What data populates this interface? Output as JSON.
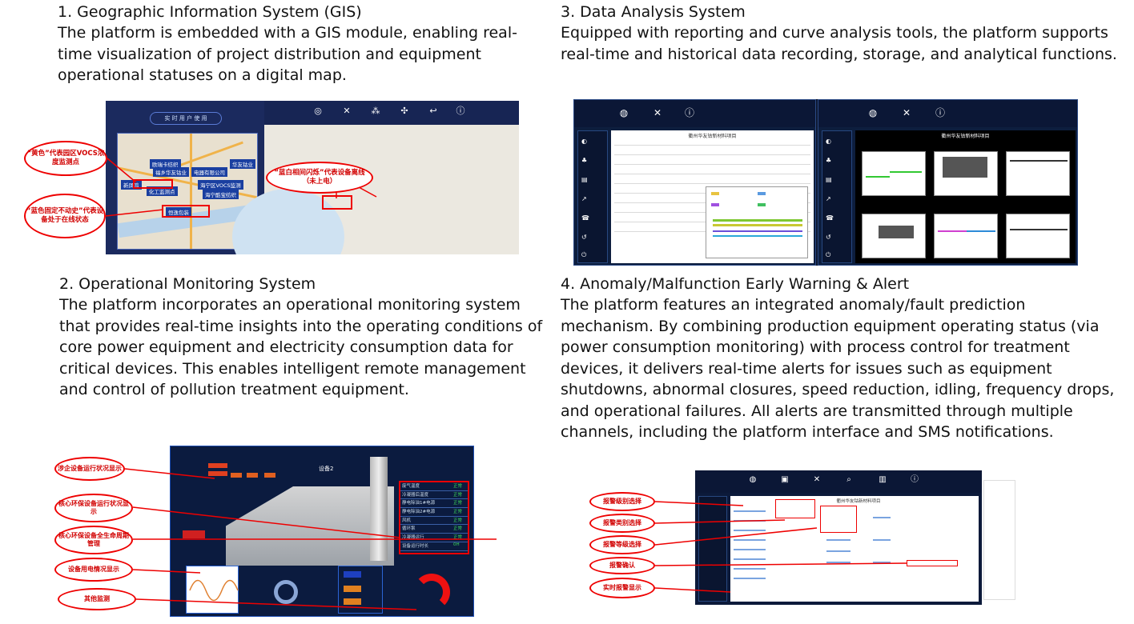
{
  "sections": {
    "gis": {
      "title": "1. Geographic Information System (GIS)",
      "body": "The platform is embedded with a GIS module, enabling real-time visualization of project distribution and equipment operational statuses on a digital map."
    },
    "data_analysis": {
      "title": "3. Data Analysis System",
      "body": "Equipped with reporting and curve analysis tools, the platform supports real-time and historical data recording, storage, and analytical functions."
    },
    "monitoring": {
      "title": "2. Operational Monitoring System",
      "body": "The platform incorporates an operational monitoring system that provides real-time insights into the operating conditions of core power equipment and electricity consumption data for critical devices. This enables intelligent remote management and control of pollution treatment equipment."
    },
    "alert": {
      "title": "4. Anomaly/Malfunction Early Warning & Alert",
      "body": "The platform features an integrated anomaly/fault prediction mechanism. By combining production equipment operating status (via power consumption monitoring) with process control for treatment devices, it delivers real-time alerts for issues such as equipment shutdowns, abnormal closures, speed reduction, idling, frequency drops, and operational failures. All alerts are transmitted through multiple channels, including the platform interface and SMS notifications."
    }
  },
  "gis_shot": {
    "header": "实 时 用 户 使 用",
    "callouts": [
      "“黄色”代表园区VOCS浓度监测点",
      "“蓝色固定不动史”代表设备处于在线状态",
      "“蓝白相间闪烁”代表设备离线（未上电）"
    ],
    "map_tags": [
      "欧瑞卡纺织",
      "福乡华友钴业",
      "电器有限公司",
      "华友钴业",
      "新凤鸣",
      "化工监测点",
      "海宁区VOCS监测",
      "海宁酷宝纺织",
      "恒逸包装"
    ],
    "toolbar_icons": [
      "globe-icon",
      "tools-icon",
      "network-icon",
      "fan-icon",
      "return-icon",
      "info-icon"
    ]
  },
  "da_shot": {
    "left_title": "衢州华友钴新材料项目",
    "right_title": "衢州华友钴新材料项目",
    "toolbar_icons": [
      "globe-icon",
      "tools-icon",
      "info-icon"
    ],
    "side_icons": [
      "gauge-icon",
      "org-icon",
      "doc-icon",
      "chart-icon",
      "phone-icon",
      "back-icon",
      "power-icon"
    ]
  },
  "om_shot": {
    "callouts": [
      "涉企设备运行状况显示",
      "核心环保设备运行状况显示",
      "核心环保设备全生命周期管理",
      "设备用电情况显示",
      "其他监测"
    ],
    "equipment_label": "设备2",
    "table": [
      {
        "name": "废气温度",
        "status": "正常"
      },
      {
        "name": "冷凝器后温度",
        "status": "正常"
      },
      {
        "name": "静电除油1#电源",
        "status": "正常"
      },
      {
        "name": "静电除油2#电源",
        "status": "正常"
      },
      {
        "name": "风机",
        "status": "正常"
      },
      {
        "name": "循环泵",
        "status": "正常"
      },
      {
        "name": "冷凝器运行",
        "status": "正常"
      },
      {
        "name": "设备运行时长",
        "status": "0H"
      }
    ]
  },
  "al_shot": {
    "callouts": [
      "报警级别选择",
      "报警类别选择",
      "报警等级选择",
      "报警确认",
      "实时报警显示"
    ],
    "title": "衢州华友钴新材料项目",
    "toolbar_icons": [
      "globe-icon",
      "monitor-icon",
      "tools-icon",
      "search-icon",
      "bar-chart-icon",
      "info-icon"
    ]
  }
}
